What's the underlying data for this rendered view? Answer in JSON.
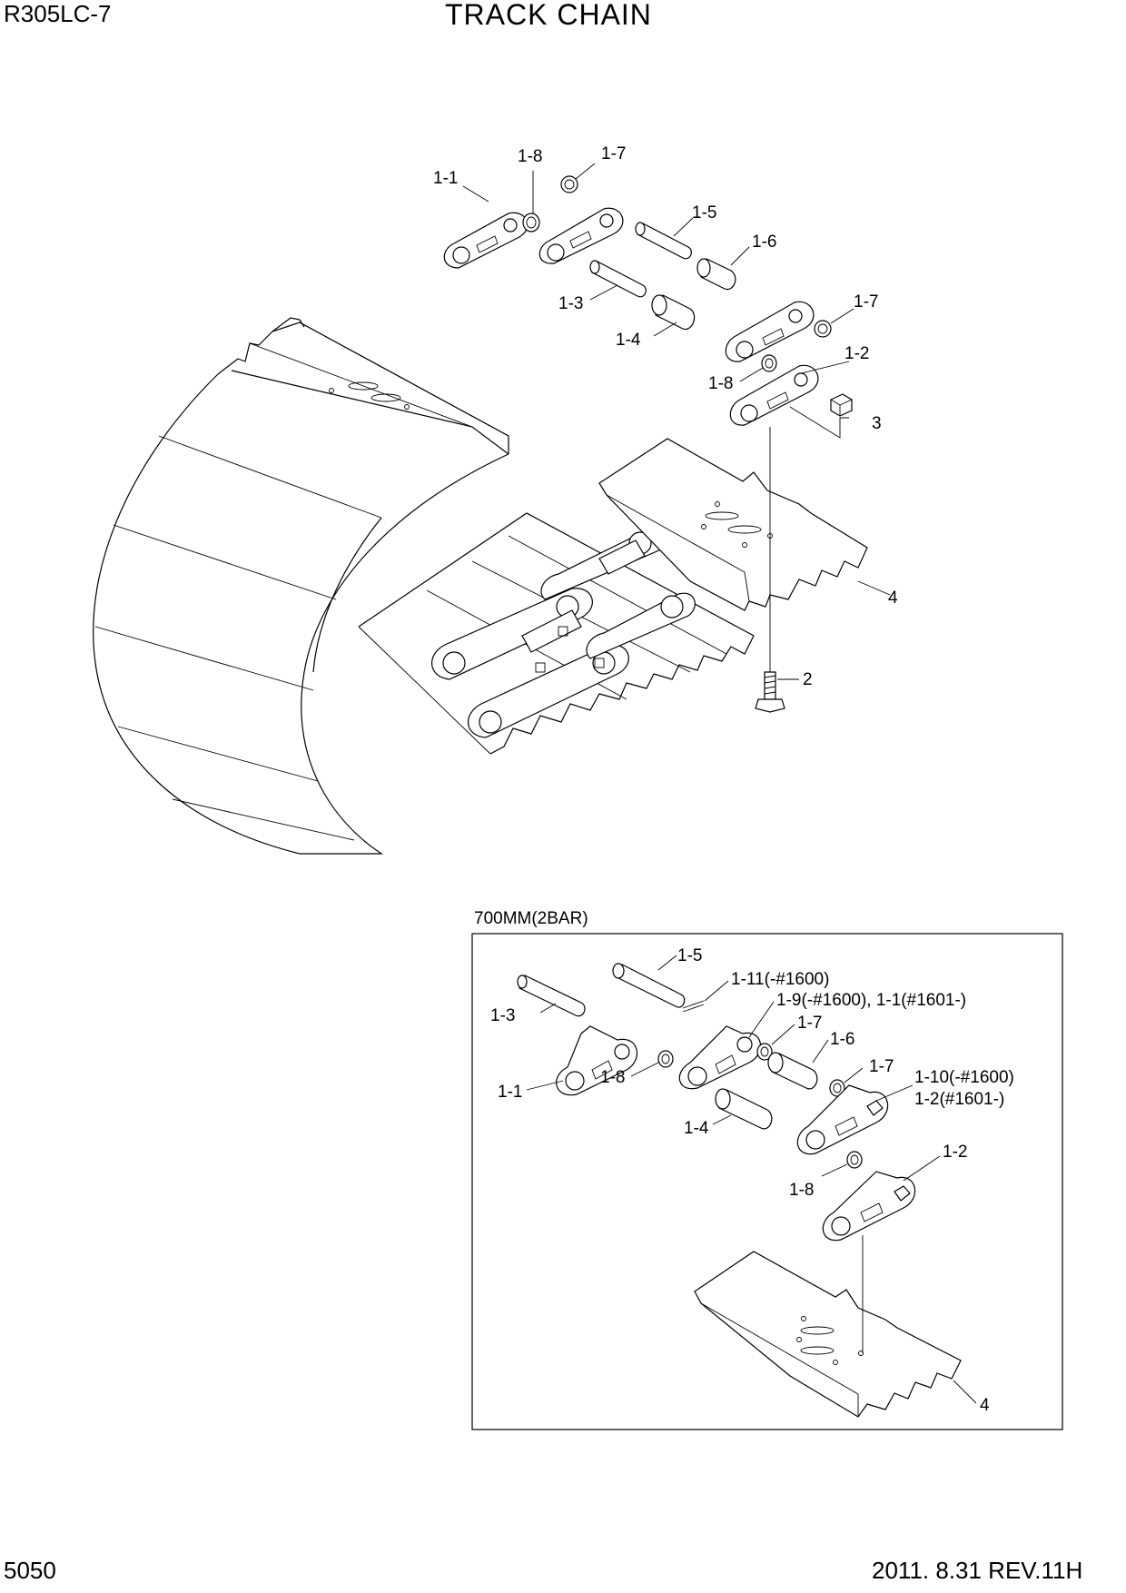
{
  "header": {
    "model": "R305LC-7",
    "title": "TRACK CHAIN"
  },
  "footer": {
    "page_number": "5050",
    "revision": "2011. 8.31  REV.11H"
  },
  "main_labels": {
    "p1_1": "1-1",
    "p1_8_top": "1-8",
    "p1_7_top": "1-7",
    "p1_5": "1-5",
    "p1_6": "1-6",
    "p1_3": "1-3",
    "p1_4": "1-4",
    "p1_7_right": "1-7",
    "p1_2": "1-2",
    "p1_8_right": "1-8",
    "p3": "3",
    "p4": "4",
    "p2": "2"
  },
  "inset": {
    "caption": "700MM(2BAR)",
    "labels": {
      "p1_5": "1-5",
      "p1_11": "1-11(-#1600)",
      "p1_9": "1-9(-#1600), 1-1(#1601-)",
      "p1_3": "1-3",
      "p1_7_a": "1-7",
      "p1_6": "1-6",
      "p1_7_b": "1-7",
      "p1_10": "1-10(-#1600)",
      "p1_2_alt": "1-2(#1601-)",
      "p1_1": "1-1",
      "p1_8_a": "1-8",
      "p1_4": "1-4",
      "p1_2": "1-2",
      "p1_8_b": "1-8",
      "p4": "4"
    }
  }
}
